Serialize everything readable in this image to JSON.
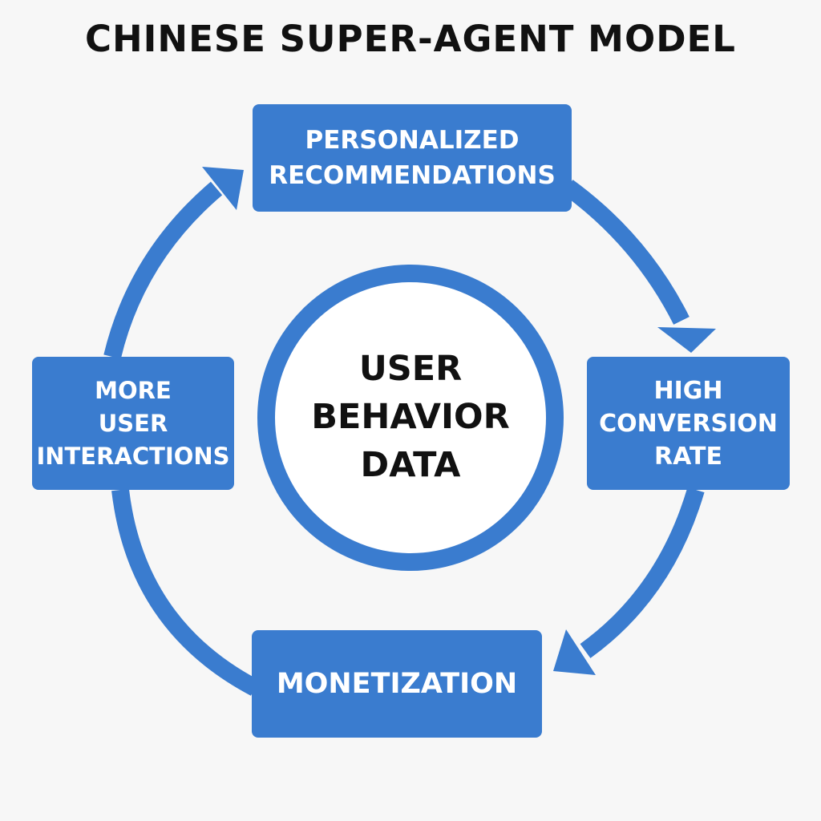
{
  "title": "CHINESE SUPER-AGENT MODEL",
  "colors": {
    "accent": "#3a7ccf",
    "background": "#f7f7f7",
    "text": "#111111",
    "node_text": "#ffffff"
  },
  "center": {
    "lines": [
      "USER",
      "BEHAVIOR",
      "DATA"
    ]
  },
  "nodes": {
    "top": {
      "lines": [
        "PERSONALIZED",
        "RECOMMENDATIONS"
      ]
    },
    "right": {
      "lines": [
        "HIGH",
        "CONVERSION",
        "RATE"
      ]
    },
    "bottom": {
      "lines": [
        "MONETIZATION"
      ]
    },
    "left": {
      "lines": [
        "MORE",
        "USER",
        "INTERACTIONS"
      ]
    }
  },
  "edges": [
    {
      "from": "PERSONALIZED RECOMMENDATIONS",
      "to": "HIGH CONVERSION RATE"
    },
    {
      "from": "HIGH CONVERSION RATE",
      "to": "MONETIZATION"
    },
    {
      "from": "MONETIZATION",
      "to": "MORE USER INTERACTIONS"
    },
    {
      "from": "MORE USER INTERACTIONS",
      "to": "PERSONALIZED RECOMMENDATIONS"
    }
  ]
}
